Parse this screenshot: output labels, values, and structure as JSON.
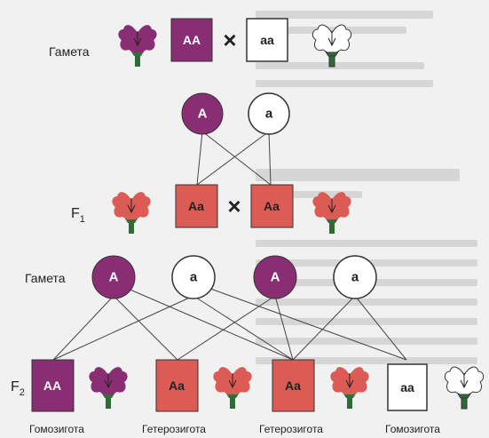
{
  "labels": {
    "gamete": "Гамета",
    "f1": "F",
    "f1_sub": "1",
    "f2": "F",
    "f2_sub": "2"
  },
  "parents": {
    "left_genotype": "AA",
    "right_genotype": "aa",
    "cross_symbol": "×"
  },
  "gametes_p": {
    "left": "A",
    "right": "a"
  },
  "f1": {
    "left": "Aa",
    "right": "Aa",
    "cross_symbol": "×"
  },
  "gametes_f1": [
    "A",
    "a",
    "A",
    "a"
  ],
  "f2": [
    {
      "genotype": "AA",
      "caption": "Гомозигота"
    },
    {
      "genotype": "Aa",
      "caption": "Гетерозигота"
    },
    {
      "genotype": "Aa",
      "caption": "Гетерозигота"
    },
    {
      "genotype": "aa",
      "caption": "Гомозигота"
    }
  ],
  "colors": {
    "purple": "#8a2e74",
    "red": "#dc5b55",
    "white": "#ffffff",
    "stroke": "#333333",
    "background": "#f1f1f1",
    "stem": "#2f6b34"
  }
}
